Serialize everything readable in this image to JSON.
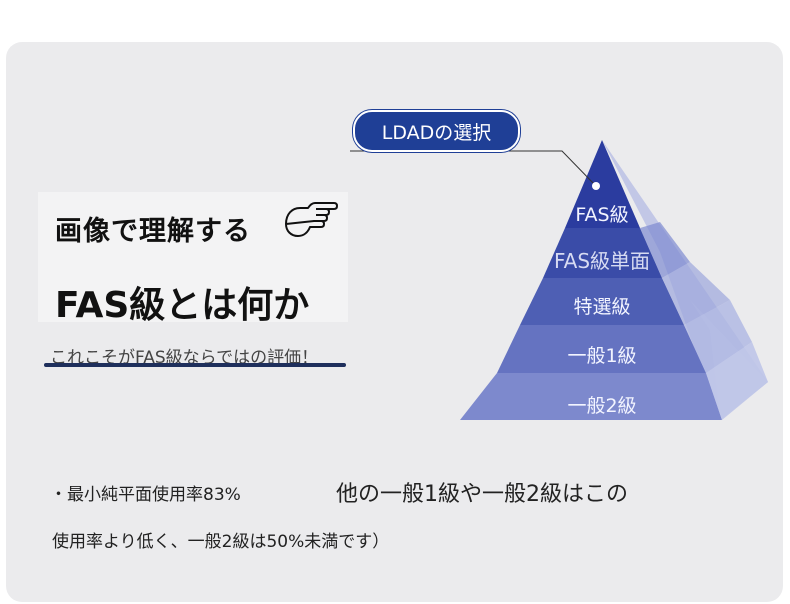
{
  "badge": {
    "label": "LDADの選択"
  },
  "heading": {
    "line1": "画像で理解する",
    "line2": "FAS級とは何か",
    "subtitle": "これこそがFAS級ならではの評価！"
  },
  "pyramid": {
    "tiers": [
      {
        "label": "FAS級"
      },
      {
        "label": "FAS級単面"
      },
      {
        "label": "特選級"
      },
      {
        "label": "一般1級"
      },
      {
        "label": "一般2級"
      }
    ]
  },
  "body": {
    "line1": "・最小純平面使用率83%",
    "line2": "他の一般1級や一般2級はこの",
    "line3": "使用率より低く、一般2級は50%未満です）"
  },
  "colors": {
    "badge": "#1f3f96",
    "tier1": "#2b3c9f",
    "tier2": "#3a4ca8",
    "tier3": "#4e5fb4",
    "tier4": "#6573c1",
    "tier5": "#7d89cd"
  },
  "icons": {
    "pointer": "pointing-hand-icon"
  }
}
